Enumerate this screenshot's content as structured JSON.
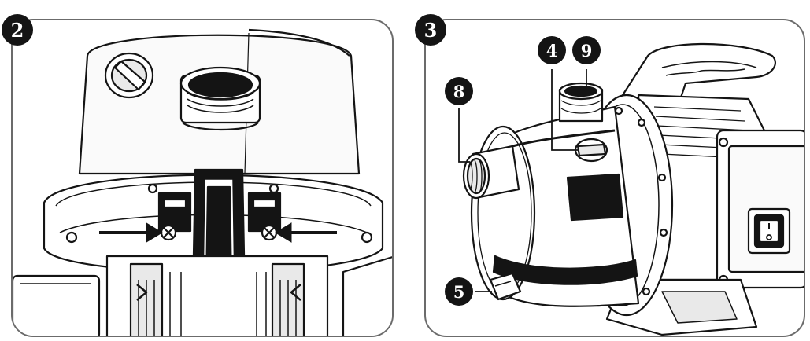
{
  "figures": [
    {
      "step": "2",
      "callouts": []
    },
    {
      "step": "3",
      "callouts": [
        {
          "label": "8"
        },
        {
          "label": "4"
        },
        {
          "label": "9"
        },
        {
          "label": "5"
        }
      ]
    }
  ],
  "colors": {
    "ink": "#141414",
    "line": "#6b6b6b",
    "paper": "#ffffff",
    "metal": "#e9e9e9"
  }
}
